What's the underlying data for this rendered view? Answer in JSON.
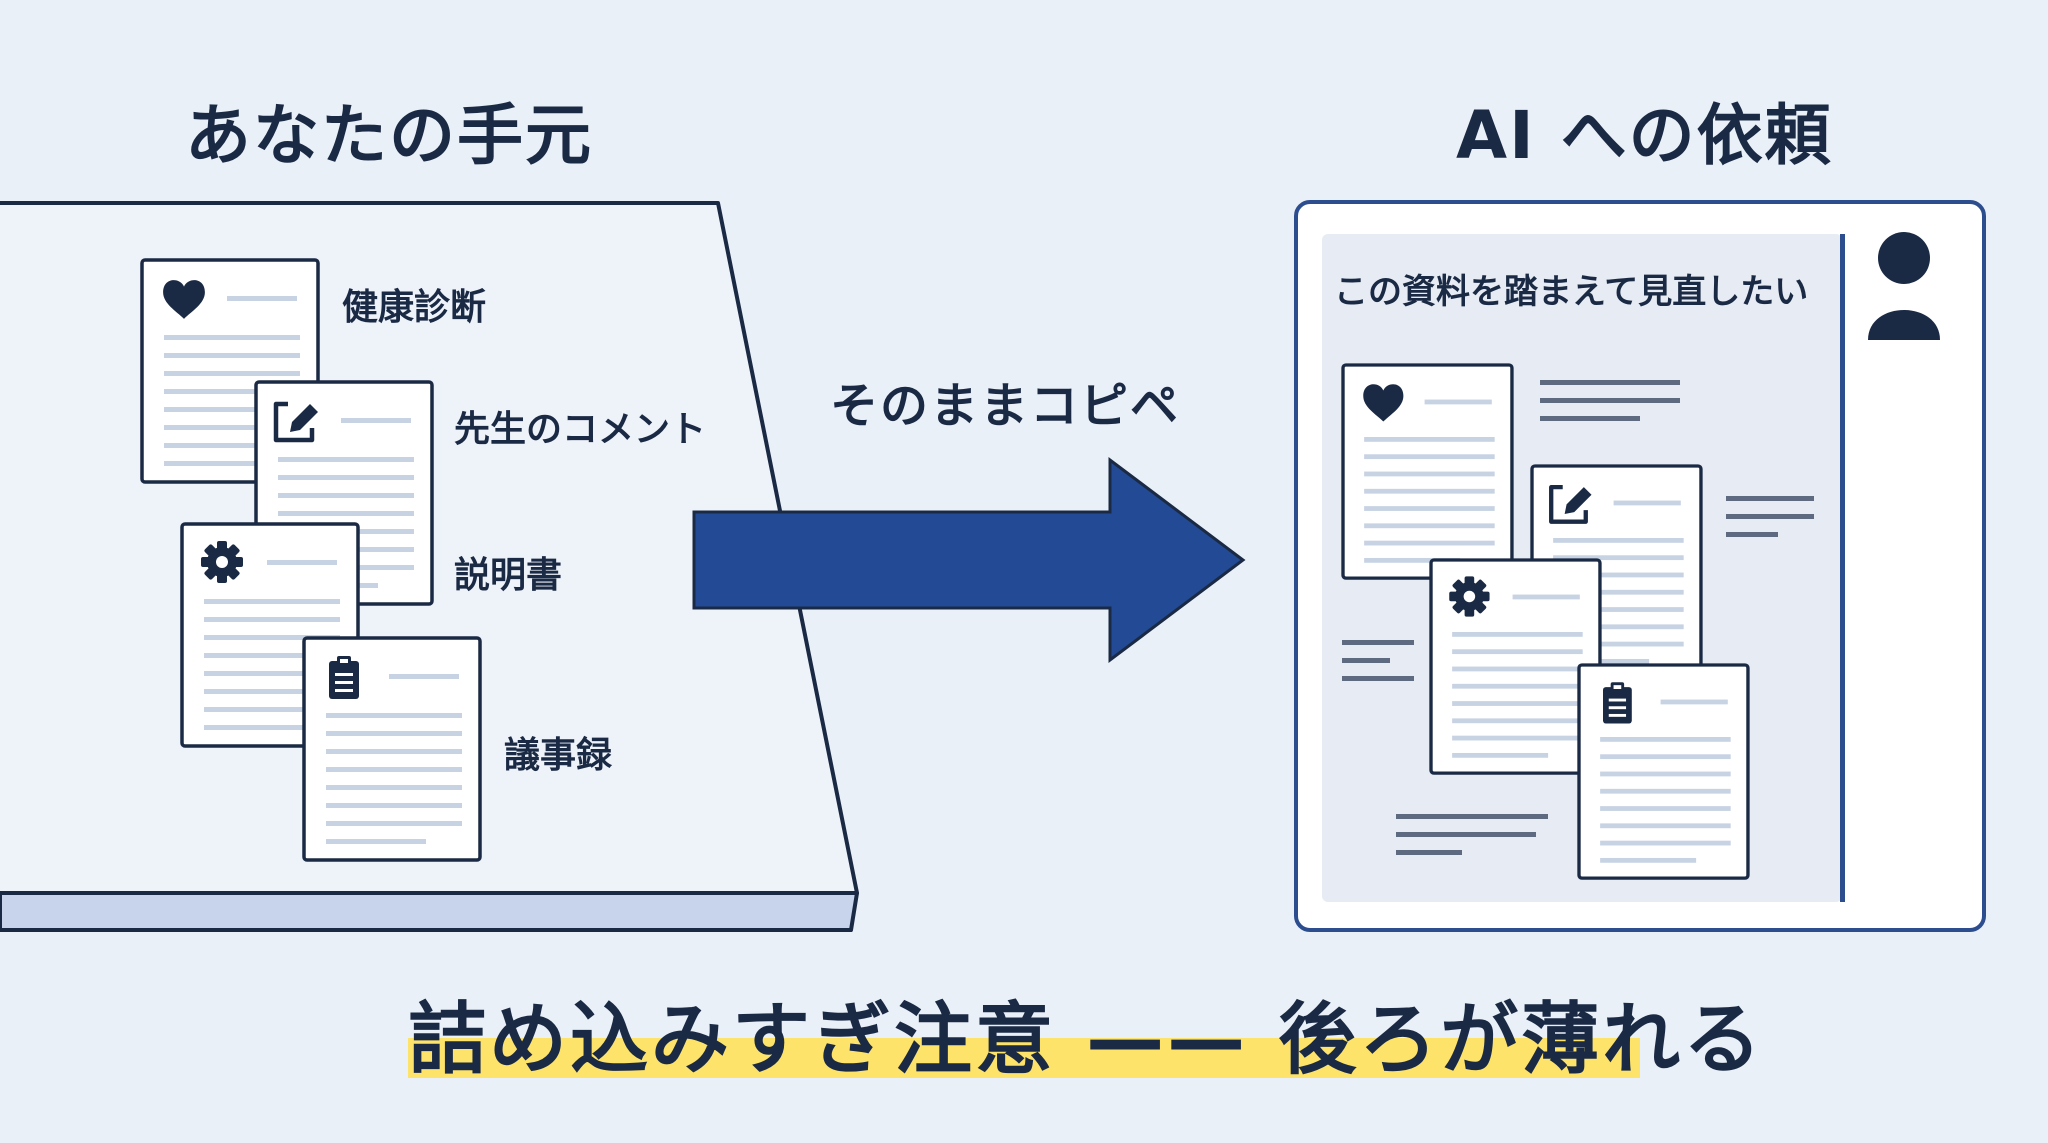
{
  "left_panel": {
    "title": "あなたの手元",
    "documents": [
      {
        "label": "健康診断",
        "icon": "heart-icon"
      },
      {
        "label": "先生のコメント",
        "icon": "edit-icon"
      },
      {
        "label": "説明書",
        "icon": "gear-icon"
      },
      {
        "label": "議事録",
        "icon": "clipboard-icon"
      }
    ]
  },
  "arrow": {
    "label": "そのままコピペ"
  },
  "right_panel": {
    "title": "AI への依頼",
    "prompt": "この資料を踏まえて見直したい",
    "avatar_icon": "user-avatar-icon"
  },
  "warning": {
    "text": "詰め込みすぎ注意 —— 後ろが薄れる"
  },
  "colors": {
    "background": "#eaf0f8",
    "ink": "#1b2a44",
    "arrow": "#234a94",
    "line": "#c7d3e3",
    "highlight": "#fde36a",
    "panel_border": "#2c4e8f"
  }
}
